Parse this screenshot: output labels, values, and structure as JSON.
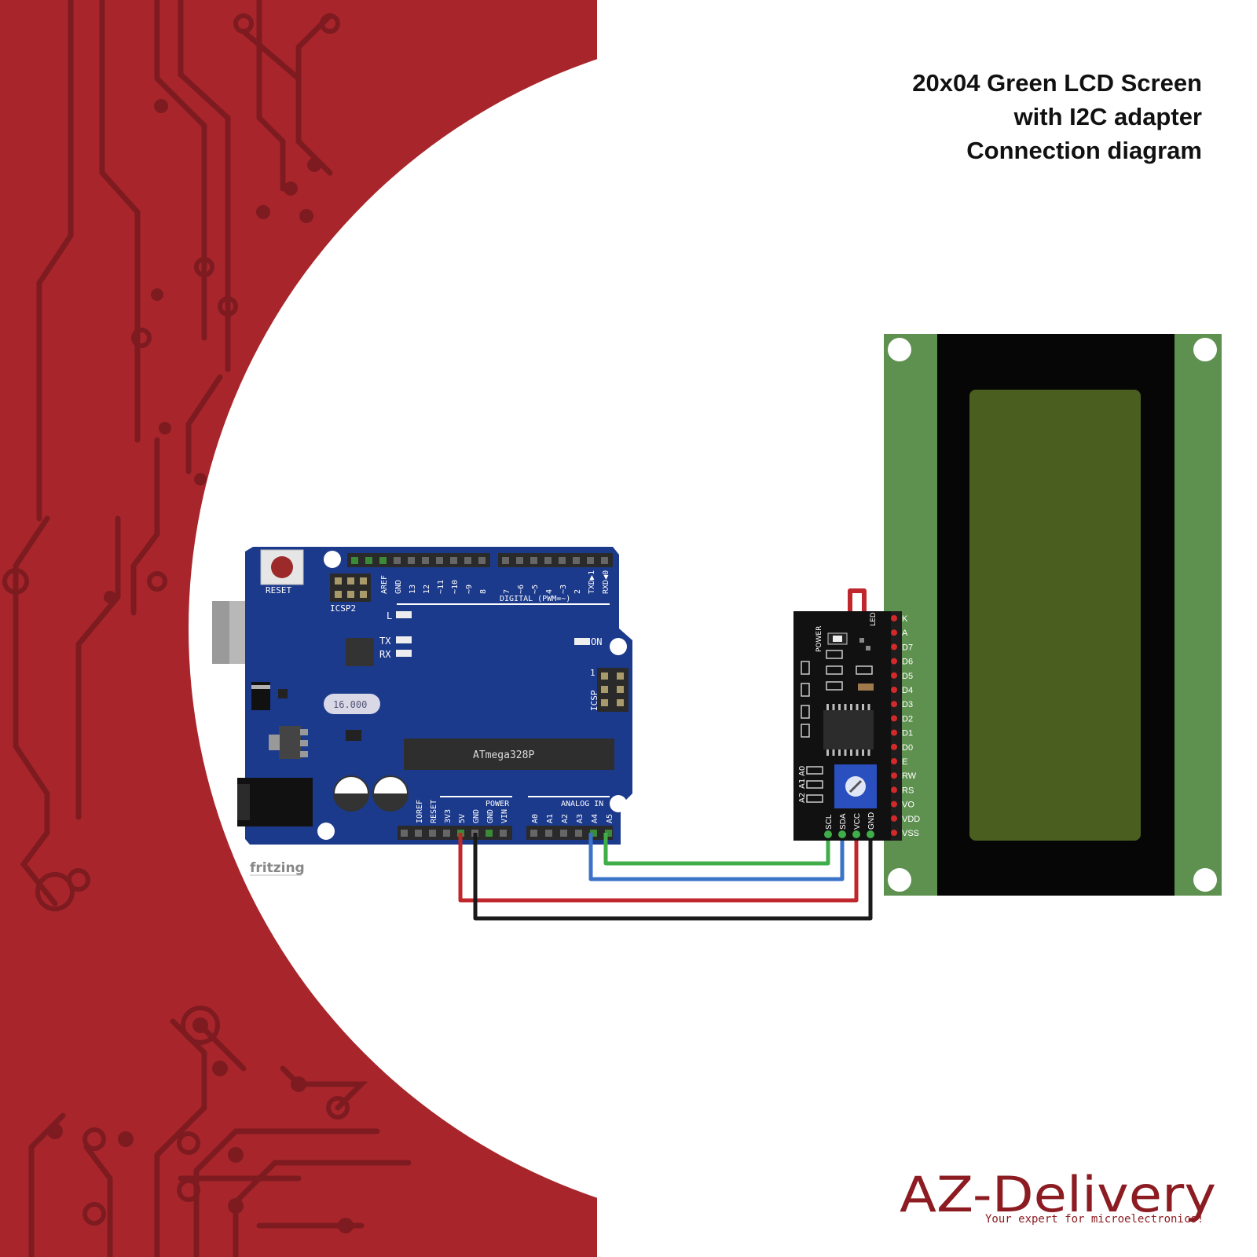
{
  "title": {
    "line1": "20x04 Green LCD Screen",
    "line2": "with I2C adapter",
    "line3": "Connection diagram"
  },
  "colors": {
    "background_red": "#a8262b",
    "trace_dark": "#7e1b20",
    "board_blue": "#1c3a8c",
    "lcd_pcb_green": "#5e9150",
    "lcd_screen": "#4a5f1f",
    "wire_red": "#c0272d",
    "wire_black": "#1a1a1a",
    "wire_green": "#3fae49",
    "wire_blue": "#3b73c9",
    "brand": "#8c1c22"
  },
  "arduino": {
    "reset": "RESET",
    "icsp2": "ICSP2",
    "icsp": "ICSP",
    "icsp_pin1": "1",
    "led_l": "L",
    "tx": "TX",
    "rx": "RX",
    "on": "ON",
    "crystal": "16.000",
    "chip": "ATmega328P",
    "digital": "DIGITAL (PWM=~)",
    "power": "POWER",
    "analog": "ANALOG IN",
    "digital_pins": [
      "AREF",
      "GND",
      "13",
      "12",
      "~11",
      "~10",
      "~9",
      "8",
      "7",
      "~6",
      "~5",
      "4",
      "~3",
      "2",
      "TXD▶1",
      "RXD◀0"
    ],
    "power_pins": [
      "IOREF",
      "RESET",
      "3V3",
      "5V",
      "GND",
      "GND",
      "VIN"
    ],
    "analog_pins": [
      "A0",
      "A1",
      "A2",
      "A3",
      "A4",
      "A5"
    ],
    "fritzing": "fritzing"
  },
  "i2c": {
    "power": "POWER",
    "led": "LED",
    "a0": "A0",
    "a1": "A1",
    "a2": "A2",
    "pins": [
      "SCL",
      "SDA",
      "VCC",
      "GND"
    ]
  },
  "lcd_pins": [
    "K",
    "A",
    "D7",
    "D6",
    "D5",
    "D4",
    "D3",
    "D2",
    "D1",
    "D0",
    "E",
    "RW",
    "RS",
    "VO",
    "VDD",
    "VSS"
  ],
  "logo": {
    "brand": "AZ-Delivery",
    "tagline": "Your expert for microelectronics!"
  }
}
